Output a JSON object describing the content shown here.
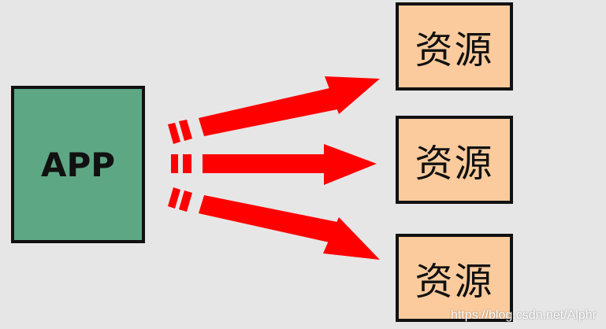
{
  "app": {
    "label": "APP",
    "fill": "#5ea784"
  },
  "resources": [
    {
      "label": "资源",
      "fill": "#fbcb9d"
    },
    {
      "label": "资源",
      "fill": "#fbcb9d"
    },
    {
      "label": "资源",
      "fill": "#fbcb9d"
    }
  ],
  "arrows": {
    "color": "#ff0000",
    "count": 3
  },
  "watermark": "https://blog.csdn.net/Alphr"
}
